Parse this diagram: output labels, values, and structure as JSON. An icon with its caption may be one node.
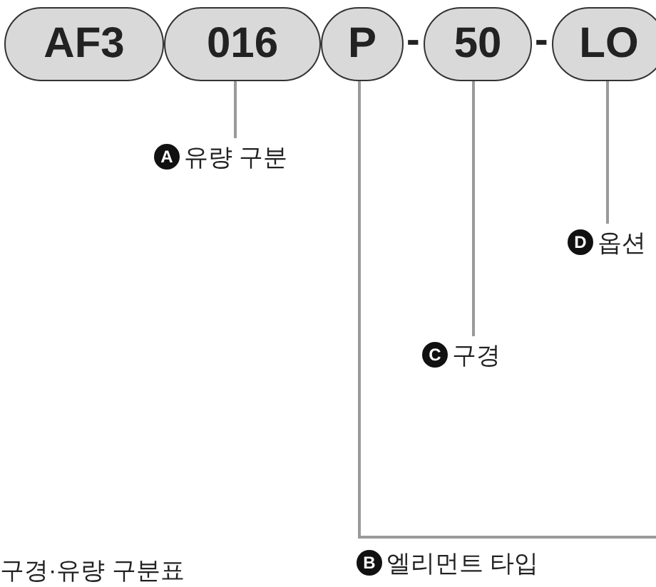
{
  "diagram": {
    "nodes": [
      {
        "text": [
          "AF3"
        ]
      },
      {
        "text": [
          "016"
        ]
      },
      {
        "text": [
          "P"
        ]
      },
      {
        "text": [
          "50"
        ]
      },
      {
        "text": [
          "LO"
        ]
      },
      {
        "text": [
          "A",
          "유량 구분"
        ]
      },
      {
        "text": [
          "C",
          "구경"
        ]
      },
      {
        "text": [
          "D",
          "옵션"
        ]
      },
      {
        "text": [
          "B",
          "엘리먼트 타입"
        ]
      }
    ],
    "edges": [
      {
        "from": 1,
        "to": 5,
        "arrow": "none"
      },
      {
        "from": 3,
        "to": 6,
        "arrow": "none"
      },
      {
        "from": 4,
        "to": 7,
        "arrow": "none"
      },
      {
        "from": 2,
        "to": null,
        "arrow": "none"
      }
    ],
    "labels": [
      "-",
      "-",
      "구경·유량 구분표"
    ]
  }
}
